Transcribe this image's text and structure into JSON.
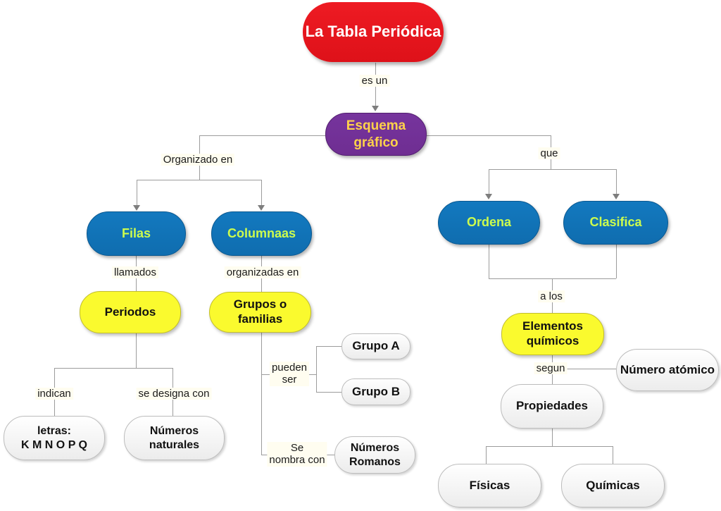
{
  "diagram_title": "La Tabla Periódica",
  "nodes": {
    "root": {
      "text": "La Tabla Periódica"
    },
    "esquema": {
      "line1": "Esquema",
      "line2": "gráfico"
    },
    "filas": {
      "text": "Filas"
    },
    "columnaas": {
      "text": "Columnaas"
    },
    "ordena": {
      "text": "Ordena"
    },
    "clasifica": {
      "text": "Clasifica"
    },
    "periodos": {
      "text": "Periodos"
    },
    "grupos_familias": {
      "text": "Grupos o familias"
    },
    "elementos": {
      "line1": "Elementos",
      "line2": "químicos"
    },
    "letras": {
      "line1": "letras:",
      "line2": "K M N O P Q"
    },
    "numeros_naturales": {
      "line1": "Números",
      "line2": "naturales"
    },
    "grupo_a": {
      "text": "Grupo A"
    },
    "grupo_b": {
      "text": "Grupo B"
    },
    "numeros_romanos": {
      "line1": "Números",
      "line2": "Romanos"
    },
    "numero_atomico": {
      "text": "Número atómico"
    },
    "propiedades": {
      "text": "Propiedades"
    },
    "fisicas": {
      "text": "Físicas"
    },
    "quimicas": {
      "text": "Químicas"
    }
  },
  "edge_labels": {
    "es_un": "es un",
    "organizado_en": "Organizado en",
    "que": "que",
    "llamados": "llamados",
    "organizadas_en": "organizadas en",
    "indican": "indican",
    "se_designa_con": "se designa con",
    "pueden_ser": {
      "line1": "pueden",
      "line2": "ser"
    },
    "a_los": "a los",
    "segun": "segun",
    "se_nombra_con": {
      "line1": "Se",
      "line2": "nombra con"
    }
  },
  "colors": {
    "node-red": "#EE1B23",
    "node-purple": "#6F2E92",
    "node-blue": "#0F6DAF",
    "node-yellow": "#FAFA2E",
    "text-gold": "#FFD24A",
    "text-greenyellow": "#CCFC4E",
    "line-gray": "#9C9C9C"
  }
}
